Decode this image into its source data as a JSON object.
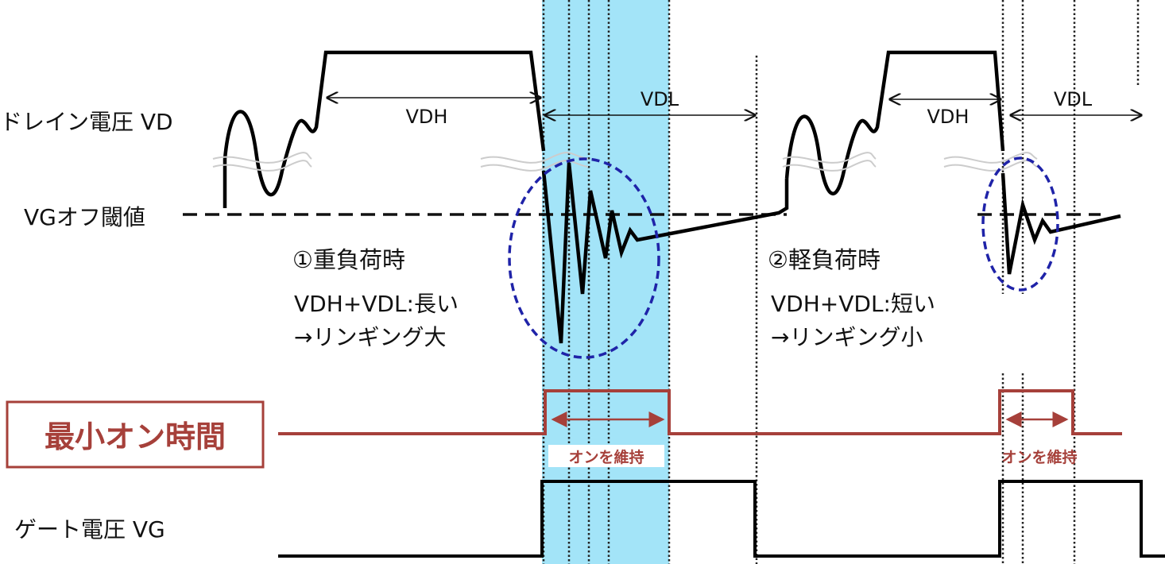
{
  "labels": {
    "drain_voltage": "ドレイン電圧 VD",
    "vg_off_threshold": "VGオフ閾値",
    "gate_voltage": "ゲート電圧 VG",
    "min_on_time": "最小オン時間"
  },
  "case_heavy": {
    "title": "①重負荷時",
    "line1": "VDH+VDL:長い",
    "line2": "→リンギング大",
    "vdh": "VDH",
    "vdl": "VDL",
    "keep_on": "オンを維持"
  },
  "case_light": {
    "title": "②軽負荷時",
    "line1": "VDH+VDL:短い",
    "line2": "→リンギング小",
    "vdh": "VDH",
    "vdl": "VDL",
    "keep_on": "オンを維持"
  },
  "colors": {
    "highlight_band": "#a3e4f8",
    "min_on_red": "#a6403a",
    "ellipse_blue": "#1f23a8"
  }
}
